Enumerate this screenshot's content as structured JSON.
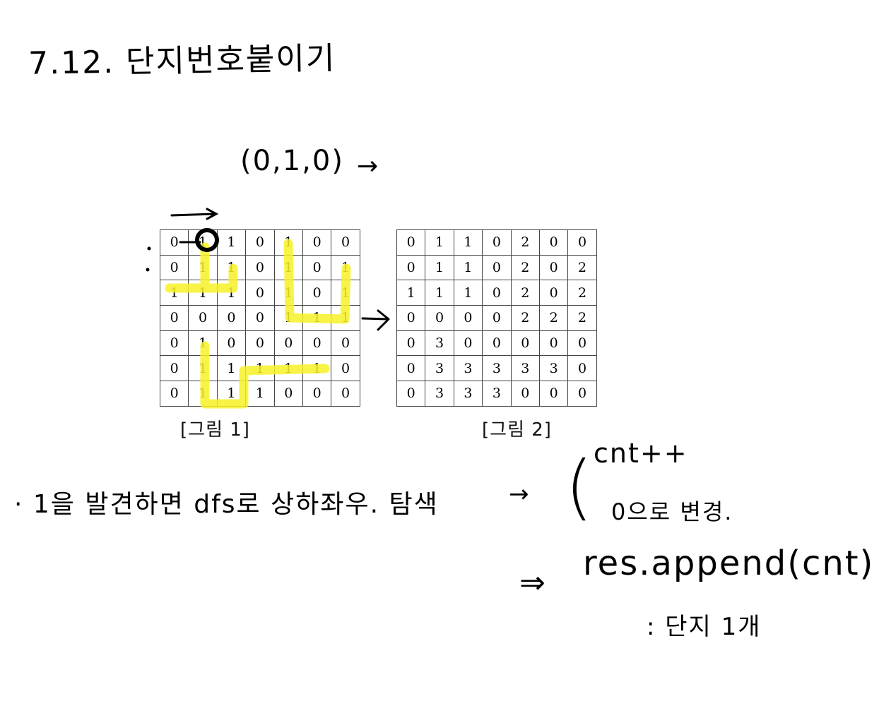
{
  "title": "7.12. 단지번호붙이기",
  "tuple": "(0,1,0)",
  "tuple_arrow": "→",
  "grid1": [
    [
      "0",
      "1",
      "1",
      "0",
      "1",
      "0",
      "0"
    ],
    [
      "0",
      "1",
      "1",
      "0",
      "1",
      "0",
      "1"
    ],
    [
      "1",
      "1",
      "1",
      "0",
      "1",
      "0",
      "1"
    ],
    [
      "0",
      "0",
      "0",
      "0",
      "1",
      "1",
      "1"
    ],
    [
      "0",
      "1",
      "0",
      "0",
      "0",
      "0",
      "0"
    ],
    [
      "0",
      "1",
      "1",
      "1",
      "1",
      "1",
      "0"
    ],
    [
      "0",
      "1",
      "1",
      "1",
      "0",
      "0",
      "0"
    ]
  ],
  "grid2": [
    [
      "0",
      "1",
      "1",
      "0",
      "2",
      "0",
      "0"
    ],
    [
      "0",
      "1",
      "1",
      "0",
      "2",
      "0",
      "2"
    ],
    [
      "1",
      "1",
      "1",
      "0",
      "2",
      "0",
      "2"
    ],
    [
      "0",
      "0",
      "0",
      "0",
      "2",
      "2",
      "2"
    ],
    [
      "0",
      "3",
      "0",
      "0",
      "0",
      "0",
      "0"
    ],
    [
      "0",
      "3",
      "3",
      "3",
      "3",
      "3",
      "0"
    ],
    [
      "0",
      "3",
      "3",
      "3",
      "0",
      "0",
      "0"
    ]
  ],
  "caption1": "[그림 1]",
  "caption2": "[그림 2]",
  "note_main": "· 1을 발견하면 dfs로 상하좌우. 탐색",
  "note_arrow": "→",
  "paren": "(",
  "cnt": "cnt++",
  "zero": "0으로 변경.",
  "implies": "⇒",
  "append": "res.append(cnt)",
  "unit": ": 단지 1개",
  "colors": {
    "highlight": "#f7f227",
    "ink": "#000000",
    "grid_border": "#444444"
  }
}
